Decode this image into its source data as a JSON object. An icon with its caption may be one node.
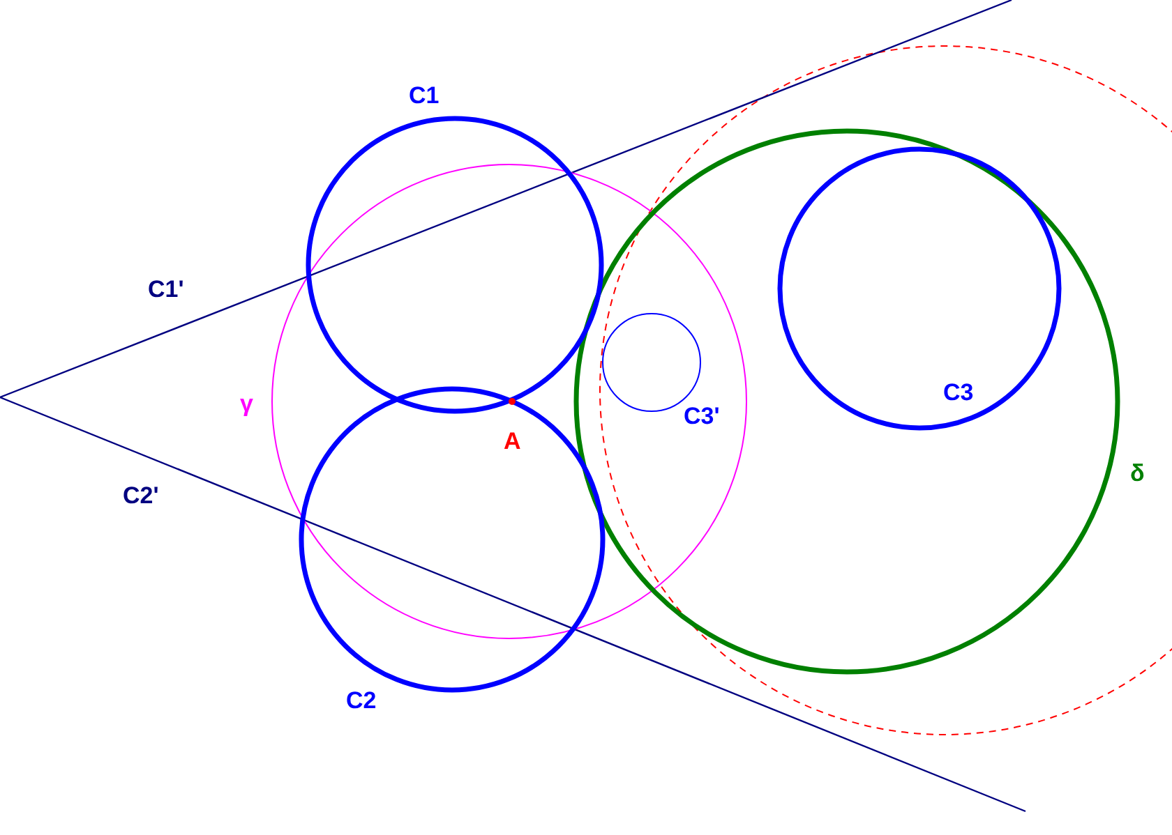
{
  "diagram": {
    "labels": [
      "C1",
      "C1'",
      "C3",
      "γ",
      "C3'",
      "A",
      "δ",
      "C2'",
      "C2"
    ]
  }
}
